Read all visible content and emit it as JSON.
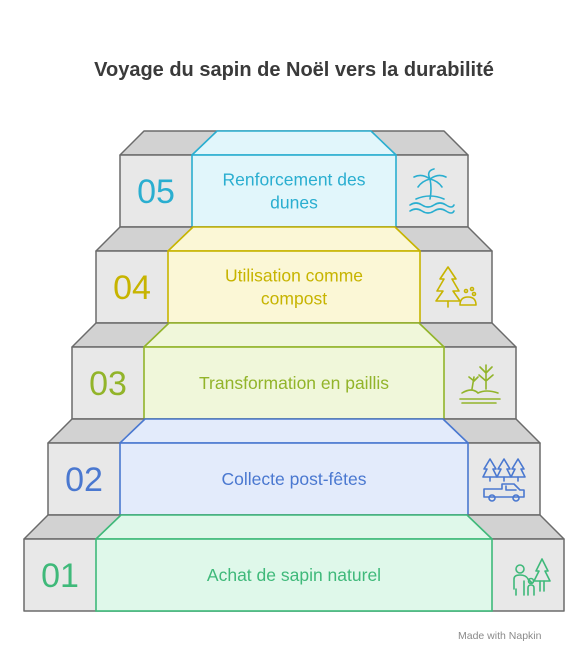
{
  "title": "Voyage du sapin de Noël vers la durabilité",
  "footer": "Made with Napkin",
  "steps": [
    {
      "number": "01",
      "label_lines": [
        "Achat de sapin naturel"
      ],
      "icon": "family-tree-icon",
      "color": "#3fb97a",
      "fill": "#dff8ea"
    },
    {
      "number": "02",
      "label_lines": [
        "Collecte post-fêtes"
      ],
      "icon": "truck-trees-icon",
      "color": "#4a78d0",
      "fill": "#e3ebfb"
    },
    {
      "number": "03",
      "label_lines": [
        "Transformation en paillis"
      ],
      "icon": "sprout-mulch-icon",
      "color": "#92b42a",
      "fill": "#f0f7da"
    },
    {
      "number": "04",
      "label_lines": [
        "Utilisation comme",
        "compost"
      ],
      "icon": "tree-compost-icon",
      "color": "#c7b400",
      "fill": "#fbf7d6"
    },
    {
      "number": "05",
      "label_lines": [
        "Renforcement des",
        "dunes"
      ],
      "icon": "palm-island-icon",
      "color": "#2aaed0",
      "fill": "#e1f6fb"
    }
  ]
}
